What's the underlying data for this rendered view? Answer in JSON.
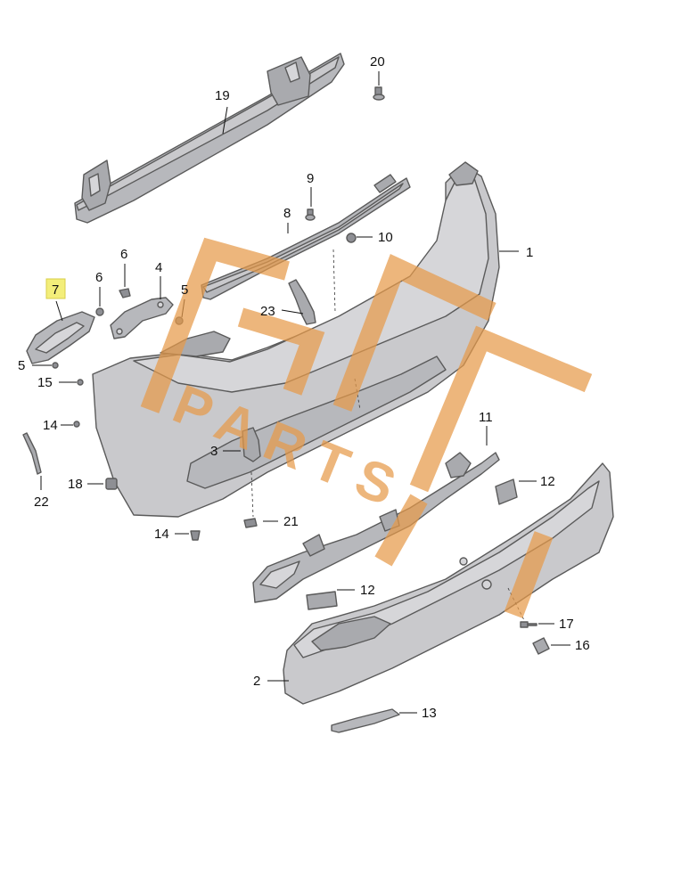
{
  "diagram": {
    "highlight_color": "#f3ee7a",
    "watermark_color": "#e69a4a",
    "watermark_text": "PARTS",
    "callouts": [
      {
        "id": "c1",
        "label": "1"
      },
      {
        "id": "c2",
        "label": "2"
      },
      {
        "id": "c3",
        "label": "3"
      },
      {
        "id": "c4",
        "label": "4"
      },
      {
        "id": "c5a",
        "label": "5"
      },
      {
        "id": "c5b",
        "label": "5"
      },
      {
        "id": "c6a",
        "label": "6"
      },
      {
        "id": "c6b",
        "label": "6"
      },
      {
        "id": "c7",
        "label": "7",
        "highlighted": true
      },
      {
        "id": "c8",
        "label": "8"
      },
      {
        "id": "c9",
        "label": "9"
      },
      {
        "id": "c10",
        "label": "10"
      },
      {
        "id": "c11",
        "label": "11"
      },
      {
        "id": "c12a",
        "label": "12"
      },
      {
        "id": "c12b",
        "label": "12"
      },
      {
        "id": "c13",
        "label": "13"
      },
      {
        "id": "c14a",
        "label": "14"
      },
      {
        "id": "c14b",
        "label": "14"
      },
      {
        "id": "c15",
        "label": "15"
      },
      {
        "id": "c16",
        "label": "16"
      },
      {
        "id": "c17",
        "label": "17"
      },
      {
        "id": "c18",
        "label": "18"
      },
      {
        "id": "c19",
        "label": "19"
      },
      {
        "id": "c20",
        "label": "20"
      },
      {
        "id": "c21",
        "label": "21"
      },
      {
        "id": "c22",
        "label": "22"
      },
      {
        "id": "c23",
        "label": "23"
      }
    ]
  }
}
